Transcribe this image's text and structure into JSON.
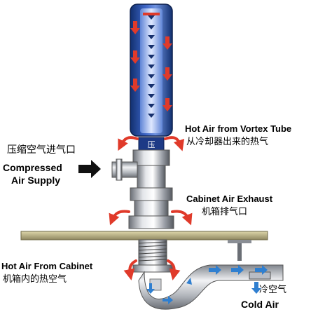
{
  "labels": {
    "hot_air_tube_en": "Hot Air from Vortex Tube",
    "hot_air_tube_cn": "从冷却器出来的热气",
    "compressed_cn": "压缩空气进气口",
    "compressed_en_1": "Compressed",
    "compressed_en_2": "Air Supply",
    "exhaust_en": "Cabinet Air Exhaust",
    "exhaust_cn": "机箱排气口",
    "hot_cabinet_en": "Hot Air From Cabinet",
    "hot_cabinet_cn": "机箱内的热空气",
    "cold_cn": "冷空气",
    "cold_en": "Cold Air",
    "tube_mark": "压"
  },
  "colors": {
    "tube_blue": "#2b4fa6",
    "hot_arrow": "#e03a2a",
    "cold_arrow": "#2f7fd0",
    "shelf": "#bdb48a",
    "metal": "#b8bcc4"
  }
}
